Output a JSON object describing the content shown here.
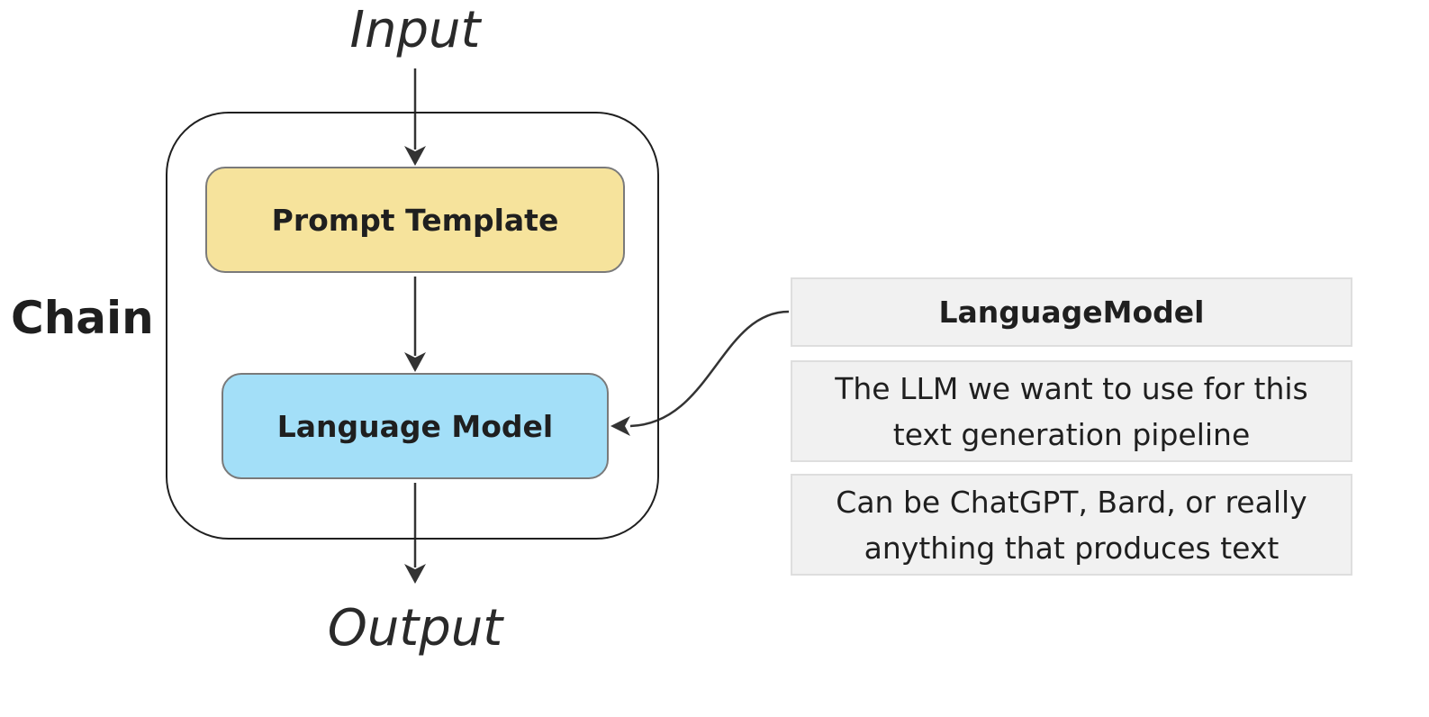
{
  "diagram": {
    "input_label": "Input",
    "output_label": "Output",
    "chain_label": "Chain",
    "nodes": {
      "prompt_template": "Prompt Template",
      "language_model": "Language Model"
    }
  },
  "info_panel": {
    "title": "LanguageModel",
    "description_1": "The LLM we want to use for this text generation pipeline",
    "description_2": "Can be ChatGPT, Bard, or really anything that produces text"
  },
  "colors": {
    "prompt_template_fill": "#f6e39c",
    "language_model_fill": "#a3dff8",
    "card_fill": "#f1f1f1",
    "line": "#333333"
  }
}
